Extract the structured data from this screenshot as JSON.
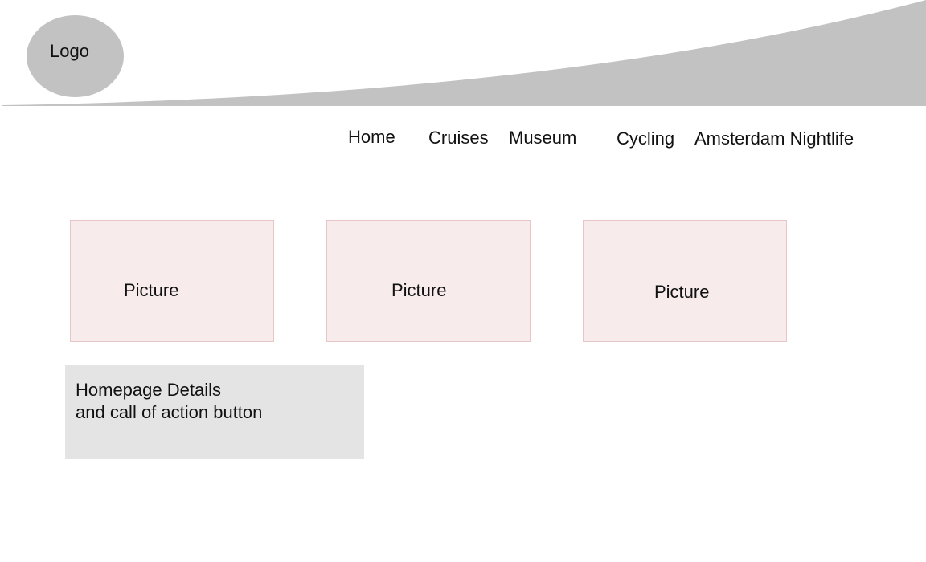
{
  "header": {
    "logo_label": "Logo",
    "band_color": "#c2c2c2"
  },
  "nav": {
    "items": [
      {
        "label": "Home"
      },
      {
        "label": "Cruises"
      },
      {
        "label": "Museum"
      },
      {
        "label": "Cycling"
      },
      {
        "label": "Amsterdam Nightlife"
      }
    ]
  },
  "pictures": [
    {
      "label": "Picture"
    },
    {
      "label": "Picture"
    },
    {
      "label": "Picture"
    }
  ],
  "details": {
    "line1": "Homepage Details",
    "line2": "and call of action button"
  },
  "colors": {
    "picture_fill": "#f7ebeb",
    "picture_border": "#e6c7c7",
    "details_fill": "#e4e4e4"
  }
}
